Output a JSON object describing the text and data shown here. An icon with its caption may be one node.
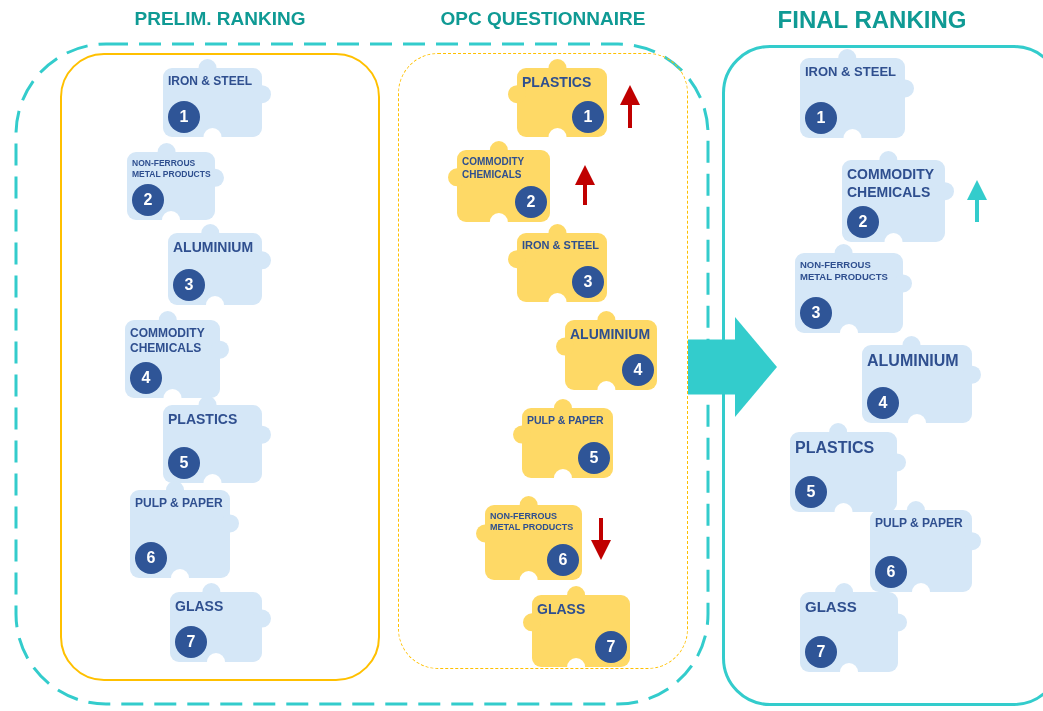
{
  "diagram": {
    "nodes": [
      {
        "text": [],
        "shape": "box"
      },
      {
        "text": [
          "PRELIM. RANKING"
        ],
        "in": 0
      },
      {
        "text": [
          "OPC QUESTIONNAIRE"
        ],
        "in": 0
      },
      {
        "text": [
          "FINAL RANKING"
        ]
      },
      {
        "text": [
          "IRON & STEEL",
          "1"
        ],
        "in": 1
      },
      {
        "text": [
          "NON-FERROUS METAL PRODUCTS",
          "2"
        ],
        "in": 1
      },
      {
        "text": [
          "ALUMINIUM",
          "3"
        ],
        "in": 1
      },
      {
        "text": [
          "COMMODITY CHEMICALS",
          "4"
        ],
        "in": 1
      },
      {
        "text": [
          "PLASTICS",
          "5"
        ],
        "in": 1
      },
      {
        "text": [
          "PULP & PAPER",
          "6"
        ],
        "in": 1
      },
      {
        "text": [
          "GLASS",
          "7"
        ],
        "in": 1
      },
      {
        "text": [
          "PLASTICS",
          "1"
        ],
        "in": 2
      },
      {
        "text": [
          "COMMODITY CHEMICALS",
          "2"
        ],
        "in": 2
      },
      {
        "text": [
          "IRON & STEEL",
          "3"
        ],
        "in": 2
      },
      {
        "text": [
          "ALUMINIUM",
          "4"
        ],
        "in": 2
      },
      {
        "text": [
          "PULP & PAPER",
          "5"
        ],
        "in": 2
      },
      {
        "text": [
          "NON-FERROUS METAL PRODUCTS",
          "6"
        ],
        "in": 2
      },
      {
        "text": [
          "GLASS",
          "7"
        ],
        "in": 2
      },
      {
        "text": [
          "IRON & STEEL",
          "1"
        ],
        "in": 3
      },
      {
        "text": [
          "COMMODITY CHEMICALS",
          "2"
        ],
        "in": 3
      },
      {
        "text": [
          "NON-FERROUS METAL PRODUCTS",
          "3"
        ],
        "in": 3
      },
      {
        "text": [
          "ALUMINIUM",
          "4"
        ],
        "in": 3
      },
      {
        "text": [
          "PLASTICS",
          "5"
        ],
        "in": 3
      },
      {
        "text": [
          "PULP & PAPER",
          "6"
        ],
        "in": 3
      },
      {
        "text": [
          "GLASS",
          "7"
        ],
        "in": 3
      }
    ],
    "edges": [
      {
        "from": 2,
        "to": 3,
        "arrow": "to"
      }
    ]
  }
}
